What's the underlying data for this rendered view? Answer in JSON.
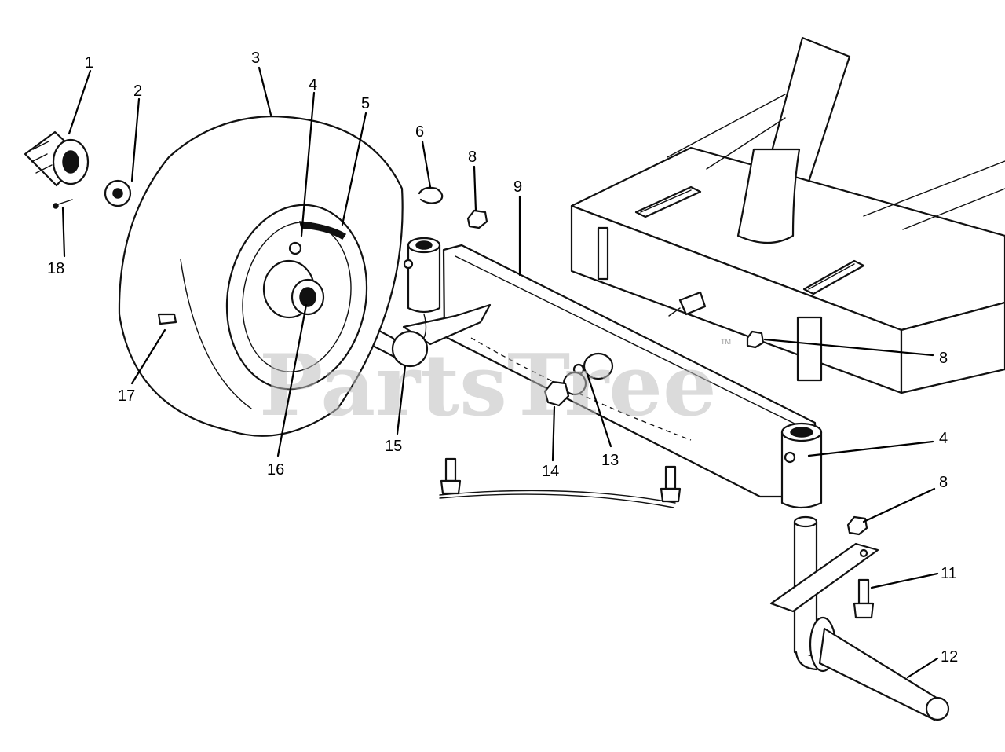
{
  "diagram": {
    "callouts": [
      "1",
      "2",
      "3",
      "4",
      "5",
      "6",
      "8",
      "9",
      "8",
      "17",
      "18",
      "16",
      "15",
      "14",
      "13",
      "4",
      "8",
      "11",
      "12"
    ],
    "watermark": {
      "text": "PartsTree",
      "mark": "TM",
      "color": "#bdbdbd"
    },
    "colors": {
      "line": "#111111",
      "background": "#ffffff"
    }
  }
}
